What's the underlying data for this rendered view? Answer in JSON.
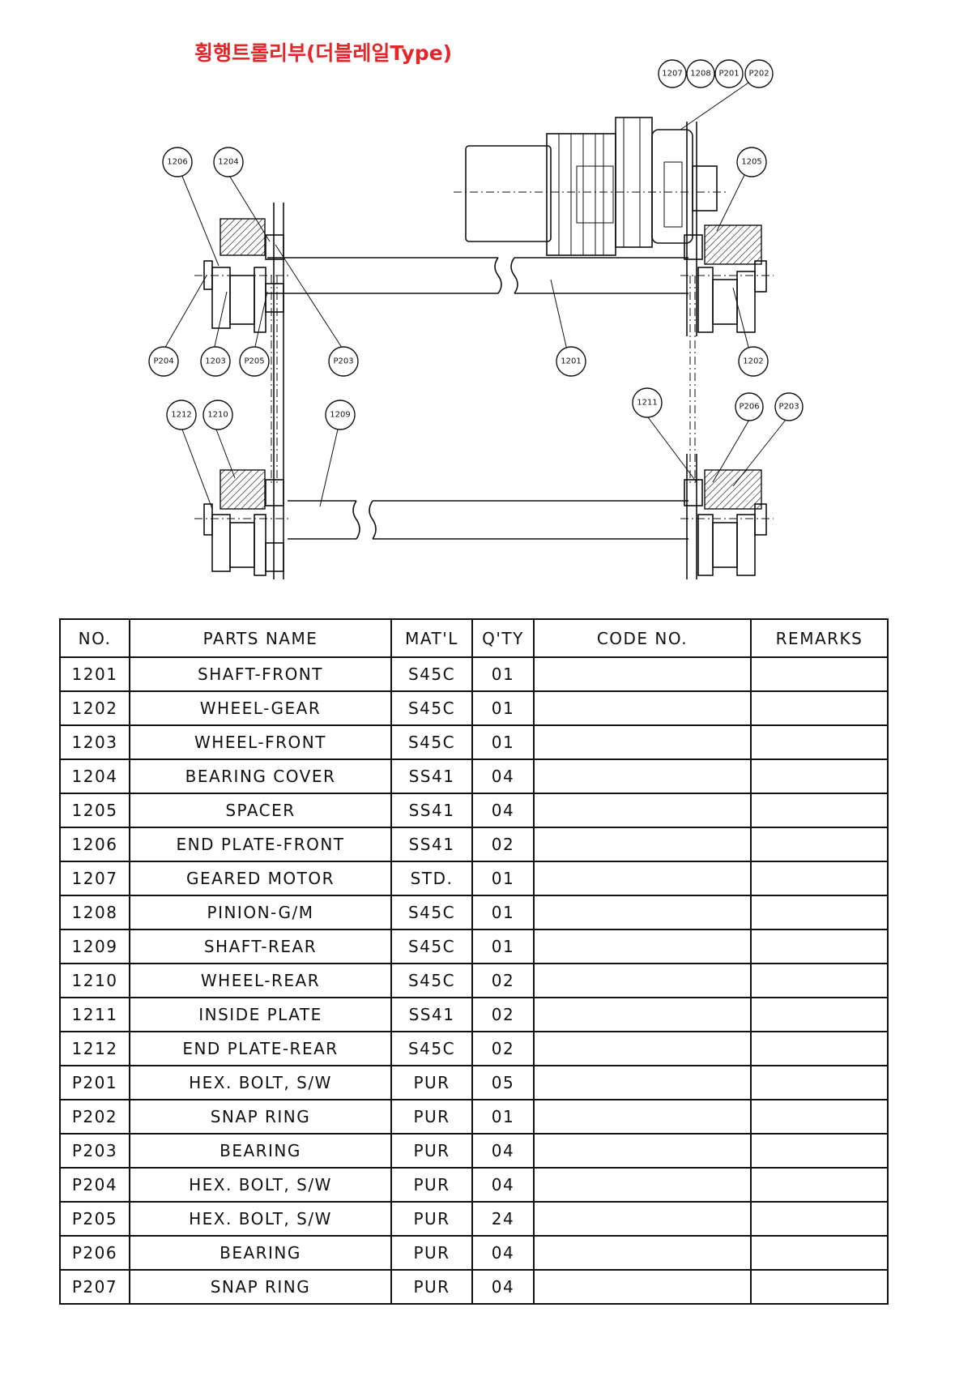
{
  "title": "횡행트롤리부(더블레일Type)",
  "callouts": [
    {
      "id": "c1207",
      "label": "1207"
    },
    {
      "id": "c1208",
      "label": "1208"
    },
    {
      "id": "cP201",
      "label": "P201"
    },
    {
      "id": "cP202",
      "label": "P202"
    },
    {
      "id": "c1206",
      "label": "1206"
    },
    {
      "id": "c1204",
      "label": "1204"
    },
    {
      "id": "c1205",
      "label": "1205"
    },
    {
      "id": "cP204",
      "label": "P204"
    },
    {
      "id": "c1203",
      "label": "1203"
    },
    {
      "id": "cP205",
      "label": "P205"
    },
    {
      "id": "cP203a",
      "label": "P203"
    },
    {
      "id": "c1201",
      "label": "1201"
    },
    {
      "id": "c1202",
      "label": "1202"
    },
    {
      "id": "c1212",
      "label": "1212"
    },
    {
      "id": "c1210",
      "label": "1210"
    },
    {
      "id": "c1209",
      "label": "1209"
    },
    {
      "id": "c1211",
      "label": "1211"
    },
    {
      "id": "cP206",
      "label": "P206"
    },
    {
      "id": "cP203b",
      "label": "P203"
    }
  ],
  "table": {
    "headers": {
      "no": "NO.",
      "name": "PARTS NAME",
      "matl": "MAT'L",
      "qty": "Q'TY",
      "code": "CODE NO.",
      "remarks": "REMARKS"
    },
    "rows": [
      {
        "no": "1201",
        "name": "SHAFT-FRONT",
        "matl": "S45C",
        "qty": "01",
        "code": "",
        "remarks": ""
      },
      {
        "no": "1202",
        "name": "WHEEL-GEAR",
        "matl": "S45C",
        "qty": "01",
        "code": "",
        "remarks": ""
      },
      {
        "no": "1203",
        "name": "WHEEL-FRONT",
        "matl": "S45C",
        "qty": "01",
        "code": "",
        "remarks": ""
      },
      {
        "no": "1204",
        "name": "BEARING COVER",
        "matl": "SS41",
        "qty": "04",
        "code": "",
        "remarks": ""
      },
      {
        "no": "1205",
        "name": "SPACER",
        "matl": "SS41",
        "qty": "04",
        "code": "",
        "remarks": ""
      },
      {
        "no": "1206",
        "name": "END PLATE-FRONT",
        "matl": "SS41",
        "qty": "02",
        "code": "",
        "remarks": ""
      },
      {
        "no": "1207",
        "name": "GEARED MOTOR",
        "matl": "STD.",
        "qty": "01",
        "code": "",
        "remarks": ""
      },
      {
        "no": "1208",
        "name": "PINION-G/M",
        "matl": "S45C",
        "qty": "01",
        "code": "",
        "remarks": ""
      },
      {
        "no": "1209",
        "name": "SHAFT-REAR",
        "matl": "S45C",
        "qty": "01",
        "code": "",
        "remarks": ""
      },
      {
        "no": "1210",
        "name": "WHEEL-REAR",
        "matl": "S45C",
        "qty": "02",
        "code": "",
        "remarks": ""
      },
      {
        "no": "1211",
        "name": "INSIDE PLATE",
        "matl": "SS41",
        "qty": "02",
        "code": "",
        "remarks": ""
      },
      {
        "no": "1212",
        "name": "END PLATE-REAR",
        "matl": "S45C",
        "qty": "02",
        "code": "",
        "remarks": ""
      },
      {
        "no": "P201",
        "name": "HEX. BOLT, S/W",
        "matl": "PUR",
        "qty": "05",
        "code": "",
        "remarks": ""
      },
      {
        "no": "P202",
        "name": "SNAP RING",
        "matl": "PUR",
        "qty": "01",
        "code": "",
        "remarks": ""
      },
      {
        "no": "P203",
        "name": "BEARING",
        "matl": "PUR",
        "qty": "04",
        "code": "",
        "remarks": ""
      },
      {
        "no": "P204",
        "name": "HEX. BOLT, S/W",
        "matl": "PUR",
        "qty": "04",
        "code": "",
        "remarks": ""
      },
      {
        "no": "P205",
        "name": "HEX. BOLT, S/W",
        "matl": "PUR",
        "qty": "24",
        "code": "",
        "remarks": ""
      },
      {
        "no": "P206",
        "name": "BEARING",
        "matl": "PUR",
        "qty": "04",
        "code": "",
        "remarks": ""
      },
      {
        "no": "P207",
        "name": "SNAP RING",
        "matl": "PUR",
        "qty": "04",
        "code": "",
        "remarks": ""
      }
    ]
  }
}
